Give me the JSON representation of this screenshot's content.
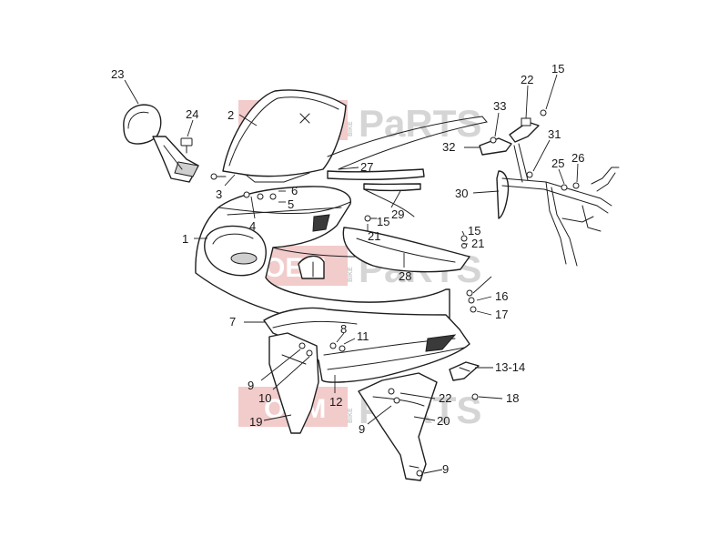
{
  "watermark": {
    "prefix": "OEM",
    "side": "BIKE",
    "suffix": "PaRTS"
  },
  "callouts": [
    "23",
    "24",
    "2",
    "1",
    "3",
    "4",
    "5",
    "6",
    "27",
    "29",
    "21",
    "15",
    "28",
    "7",
    "8",
    "11",
    "9",
    "10",
    "12",
    "19",
    "13-14",
    "22",
    "18",
    "20",
    "16",
    "17",
    "33",
    "32",
    "22",
    "15",
    "31",
    "26",
    "25",
    "30",
    "15",
    "21",
    "9",
    "9"
  ],
  "theme": {
    "ink": "#1e1e1e",
    "watermark_red": "#e7a1a1",
    "watermark_grey": "#c8c8c8"
  }
}
